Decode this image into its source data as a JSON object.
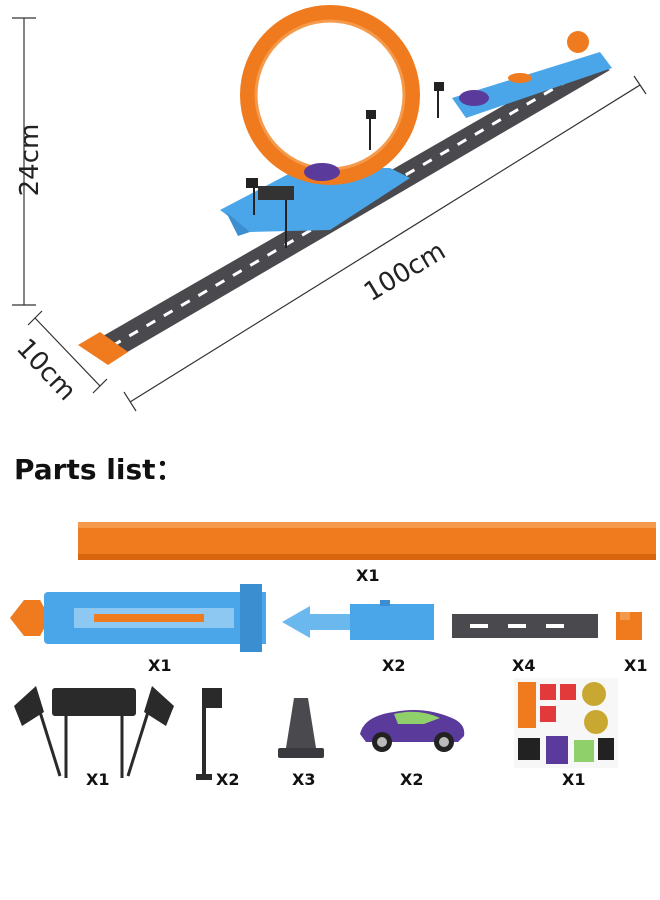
{
  "dimensions": {
    "height": "24cm",
    "length": "100cm",
    "width": "10cm"
  },
  "parts_title": "Parts list：",
  "parts": [
    {
      "name": "orange loop track",
      "qty": "X1"
    },
    {
      "name": "blue launcher",
      "qty": "X1"
    },
    {
      "name": "blue ramp connector",
      "qty": "X2"
    },
    {
      "name": "grey straight track",
      "qty": "X4"
    },
    {
      "name": "orange end piece",
      "qty": "X1"
    },
    {
      "name": "flag gate",
      "qty": "X1"
    },
    {
      "name": "single flag",
      "qty": "X2"
    },
    {
      "name": "cone",
      "qty": "X3"
    },
    {
      "name": "toy car",
      "qty": "X2"
    },
    {
      "name": "sticker sheet",
      "qty": "X1"
    }
  ],
  "colors": {
    "track_orange": "#f07a1e",
    "launcher_blue": "#4aa6e8",
    "road_grey": "#4a4a4e",
    "car_purple": "#5a3a9a"
  }
}
